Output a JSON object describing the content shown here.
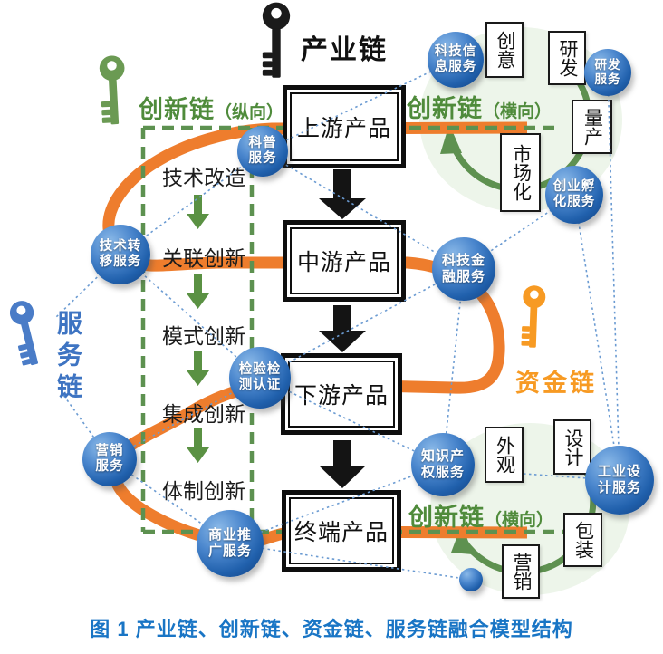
{
  "caption": "图 1  产业链、创新链、资金链、服务链融合模型结构",
  "chains": {
    "industry": {
      "label": "产业链"
    },
    "innovation_vertical": {
      "label": "创新链",
      "suffix": "（纵向）"
    },
    "innovation_horizontal_top": {
      "label": "创新链",
      "suffix": "（横向）"
    },
    "innovation_horizontal_bottom": {
      "label": "创新链",
      "suffix": "（横向）"
    },
    "service": {
      "label": "服务链"
    },
    "capital": {
      "label": "资金链"
    }
  },
  "products": [
    "上游产品",
    "中游产品",
    "下游产品",
    "终端产品"
  ],
  "innovation_steps": [
    "技术改造",
    "关联创新",
    "模式创新",
    "集成创新",
    "体制创新"
  ],
  "spheres": [
    {
      "name": "scitech-info-service",
      "label": "科技信\n息服务"
    },
    {
      "name": "rd-service",
      "label": "研发\n服务"
    },
    {
      "name": "science-popularization-service",
      "label": "科普\n服务"
    },
    {
      "name": "startup-incubation-service",
      "label": "创业孵\n化服务"
    },
    {
      "name": "tech-transfer-service",
      "label": "技术转\n移服务"
    },
    {
      "name": "scitech-finance-service",
      "label": "科技金\n融服务"
    },
    {
      "name": "inspection-testing-certification",
      "label": "检验检\n测认证"
    },
    {
      "name": "marketing-service",
      "label": "营销\n服务"
    },
    {
      "name": "ip-service",
      "label": "知识产\n权服务"
    },
    {
      "name": "business-promotion-service",
      "label": "商业推\n广服务"
    },
    {
      "name": "industrial-design-service",
      "label": "工业设\n计服务"
    }
  ],
  "top_cycle": [
    "创意",
    "研发",
    "量产",
    "市场化"
  ],
  "bottom_cycle": [
    "外观",
    "设计",
    "包装",
    "营销"
  ],
  "colors": {
    "industry_key": "#1b1b1b",
    "innovation_key": "#6b9a53",
    "service_key": "#4a7cc7",
    "capital_key": "#f79a23",
    "capital_chain": "#ee7d2d",
    "innovation_dash": "#5d9150",
    "cycle_arc": "#5e9150",
    "cycle_bg": "#dcebd5",
    "step_arrow_green": "#5a9143",
    "product_arrow_black": "#141414",
    "service_dotted": "#6b9bd2",
    "sphere_blue": "#2060ac",
    "innovation_text_green": "#4f8b3b",
    "service_text_blue": "#3e74c2",
    "capital_text_orange": "#f79a23",
    "caption_blue": "#1975c5"
  }
}
